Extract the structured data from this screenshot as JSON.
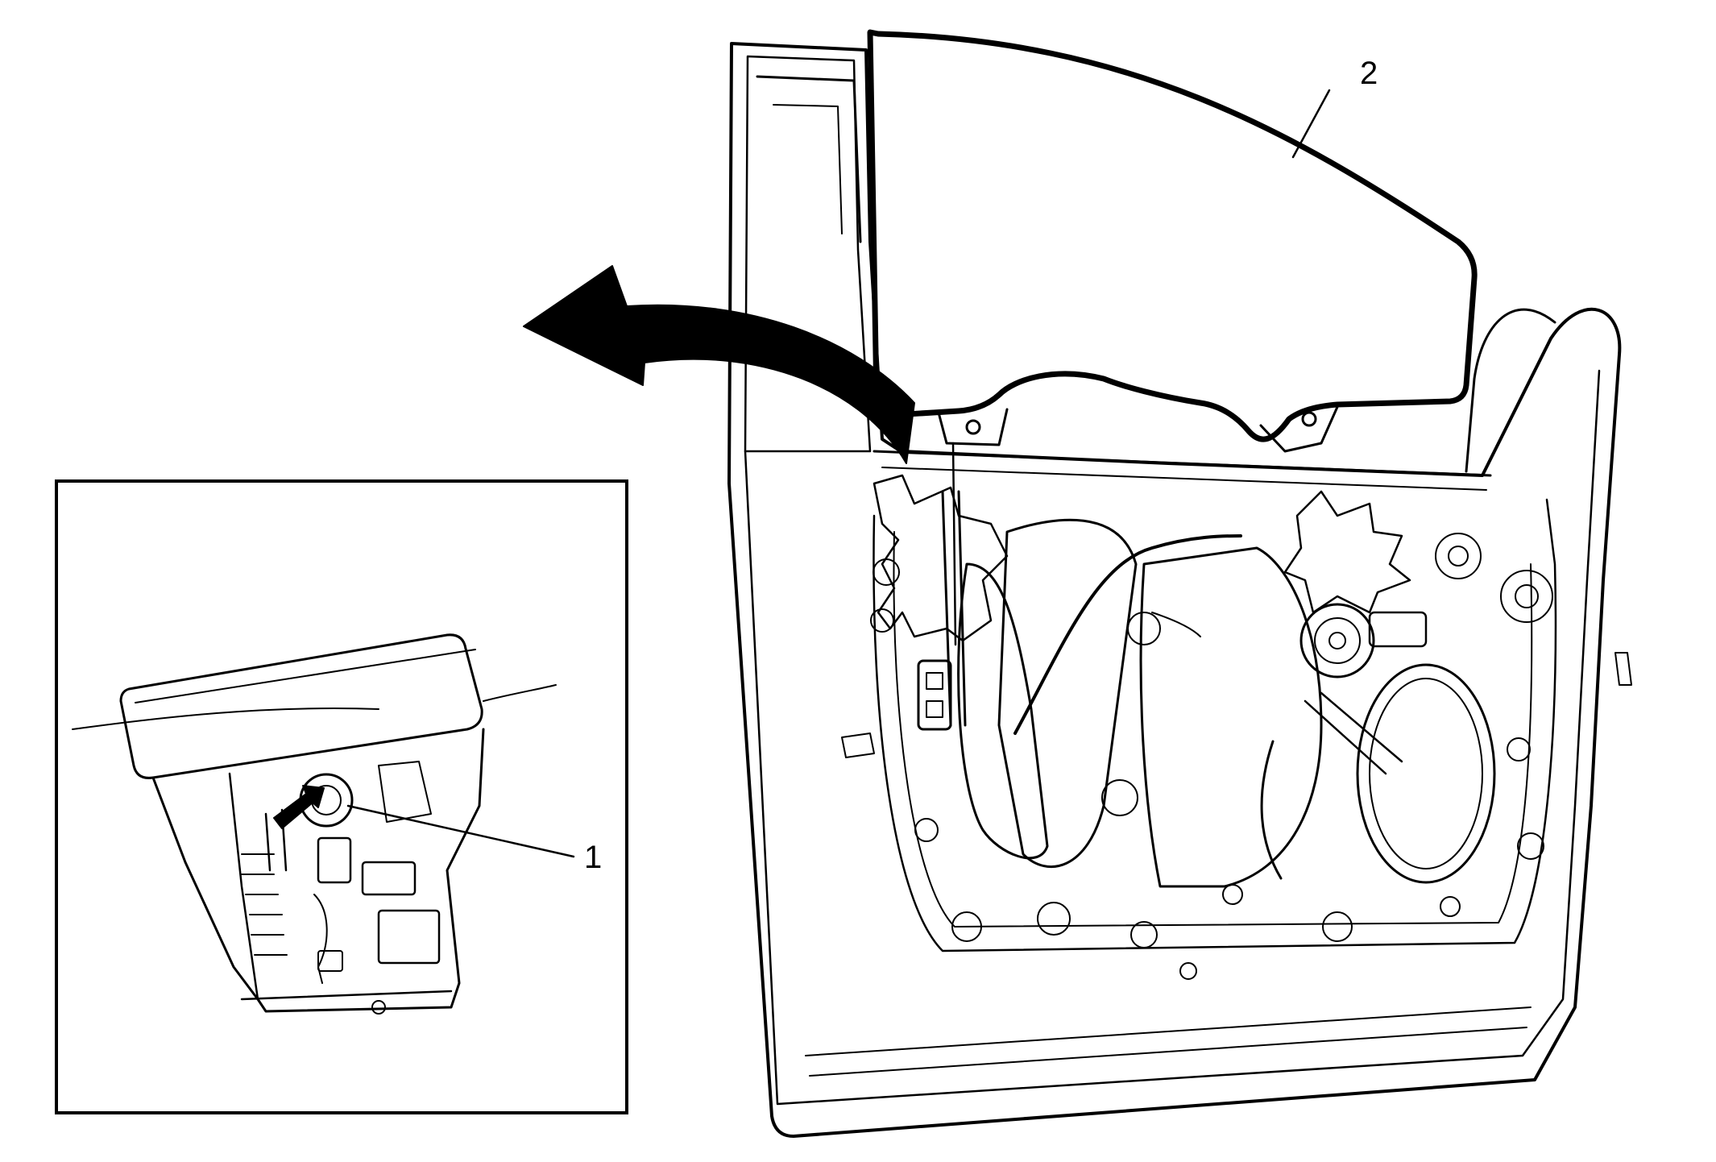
{
  "callouts": [
    {
      "id": "1",
      "text": "1"
    },
    {
      "id": "2",
      "text": "2"
    }
  ]
}
